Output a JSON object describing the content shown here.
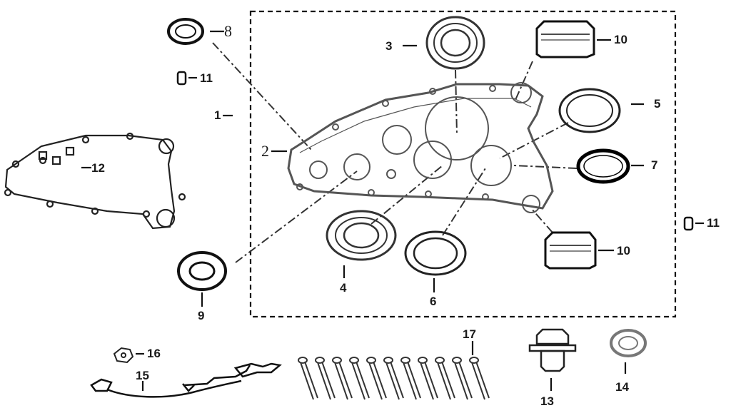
{
  "diagram": {
    "callouts": {
      "p1": "1",
      "p2": "2",
      "p3": "3",
      "p4": "4",
      "p5": "5",
      "p6": "6",
      "p7": "7",
      "p8": "8",
      "p9": "9",
      "p10a": "10",
      "p10b": "10",
      "p11a": "11",
      "p11b": "11",
      "p12": "12",
      "p13": "13",
      "p14": "14",
      "p15": "15",
      "p16": "16",
      "p17": "17"
    },
    "parts": {
      "crankcase_cover": "crankcase-cover",
      "gasket": "cover-gasket",
      "bearing_large": "ball-bearing",
      "bearing_small": "ball-bearing",
      "oil_seal_large": "oil-seal",
      "oil_seal_mid": "oil-seal",
      "o_ring": "o-ring",
      "seal_small": "small-seal",
      "seal_left": "oil-seal",
      "dowel": "dowel-pin",
      "rubber_block": "rubber-block",
      "drain_bolt": "drain-bolt",
      "washer": "sealing-washer",
      "cable": "wire-harness",
      "clip": "clip",
      "bolt": "flange-bolt"
    }
  }
}
